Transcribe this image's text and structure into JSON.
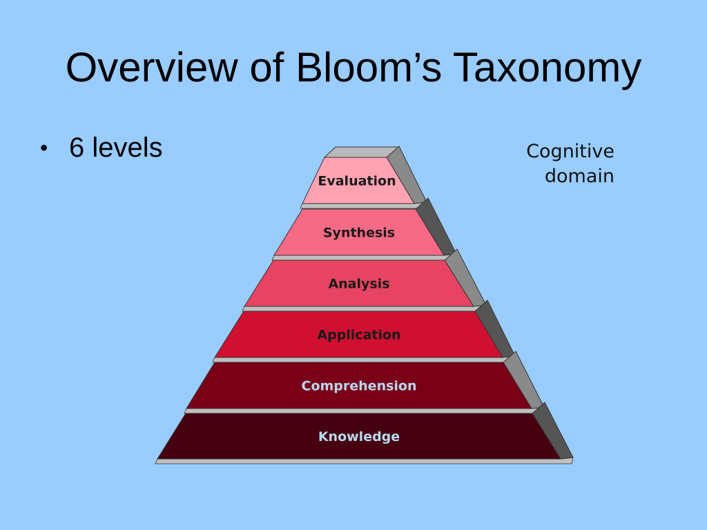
{
  "slide": {
    "title": "Overview of Bloom’s Taxonomy",
    "bullets": [
      {
        "marker": "•",
        "text": "6 levels"
      }
    ]
  },
  "diagram": {
    "caption_lines": [
      "Cognitive",
      "domain"
    ],
    "levels": [
      {
        "label": "Evaluation",
        "fill": "#ffa3b3",
        "text_color": "#1a1a1a"
      },
      {
        "label": "Synthesis",
        "fill": "#f76a86",
        "text_color": "#1a1a1a"
      },
      {
        "label": "Analysis",
        "fill": "#e64462",
        "text_color": "#1a1a1a"
      },
      {
        "label": "Application",
        "fill": "#d01030",
        "text_color": "#1a1a1a"
      },
      {
        "label": "Comprehension",
        "fill": "#7a0018",
        "text_color": "#b8d8f0"
      },
      {
        "label": "Knowledge",
        "fill": "#460010",
        "text_color": "#b8d8f0"
      }
    ],
    "colors": {
      "side_light": "#8a8a8a",
      "side_dark": "#555555",
      "ledge": "#c0c0c0",
      "cap": "#b8b8b8",
      "outline": "#333333"
    }
  }
}
